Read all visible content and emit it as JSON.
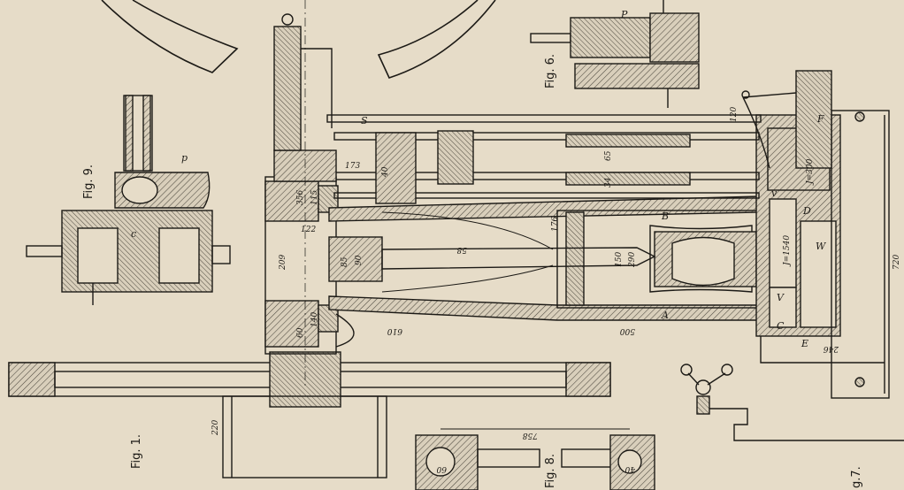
{
  "figures": {
    "fig1": "Fig. 1.",
    "fig6": "Fig. 6.",
    "fig7": "g.7.",
    "fig8": "Fig. 8.",
    "fig9": "Fig. 9."
  },
  "letters": {
    "A": "A",
    "B": "B",
    "C": "C",
    "D": "D",
    "E": "E",
    "F": "F",
    "J": "J",
    "P": "P",
    "S": "S",
    "V": "V",
    "W": "W",
    "p": "p",
    "c": "c",
    "v": "v"
  },
  "dimensions": {
    "d_720": "720",
    "d_500": "500",
    "d_610": "610",
    "d_220": "220",
    "d_758": "758",
    "d_356": "356",
    "d_115": "115",
    "d_122": "122",
    "d_209": "209",
    "d_140": "140",
    "d_60": "60",
    "d_176": "176",
    "d_150": "150",
    "d_290": "290",
    "d_85": "85",
    "d_58": "58",
    "d_173": "173",
    "d_65": "65",
    "d_120": "120",
    "d_40": "40",
    "d_34": "34",
    "d_246": "246",
    "d_J1540": "J=1540",
    "d_J300": "J=300",
    "d_fig8_60": "60",
    "d_fig8_40": "40",
    "d_90": "90"
  },
  "colors": {
    "paper": "#e6dcc8",
    "ink": "#1c1a16",
    "hatch": "#5a5448"
  }
}
